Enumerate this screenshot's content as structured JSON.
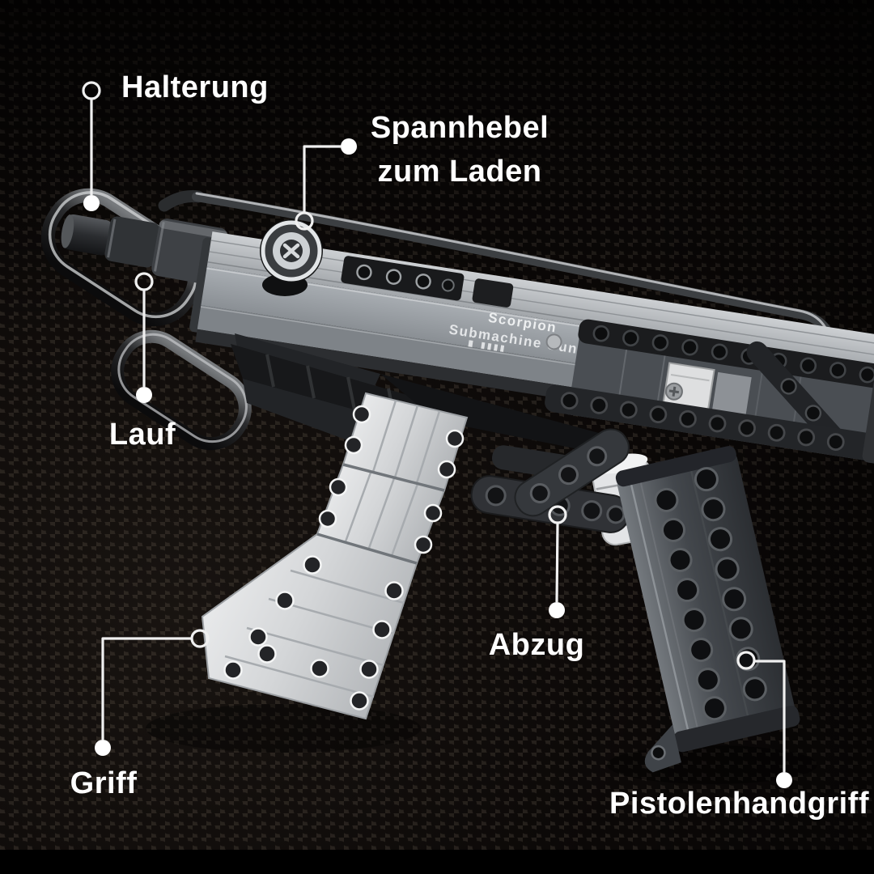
{
  "image": {
    "type": "product-part-callout-diagram",
    "language": "de",
    "background_color": "#171310",
    "dot_color": "#0b0807",
    "label_color": "#ffffff",
    "callout_line_color": "#f0f0f0",
    "bottom_bar_color": "#000000"
  },
  "product": {
    "print_line1": "Scorpion",
    "print_line2": "Submachine Gun"
  },
  "callouts": {
    "halterung": {
      "label": "Halterung"
    },
    "spannhebel": {
      "label_line1": "Spannhebel",
      "label_line2": "zum Laden"
    },
    "lauf": {
      "label": "Lauf"
    },
    "abzug": {
      "label": "Abzug"
    },
    "griff": {
      "label": "Griff"
    },
    "pistolenhandgriff": {
      "label": "Pistolenhandgriff"
    }
  }
}
